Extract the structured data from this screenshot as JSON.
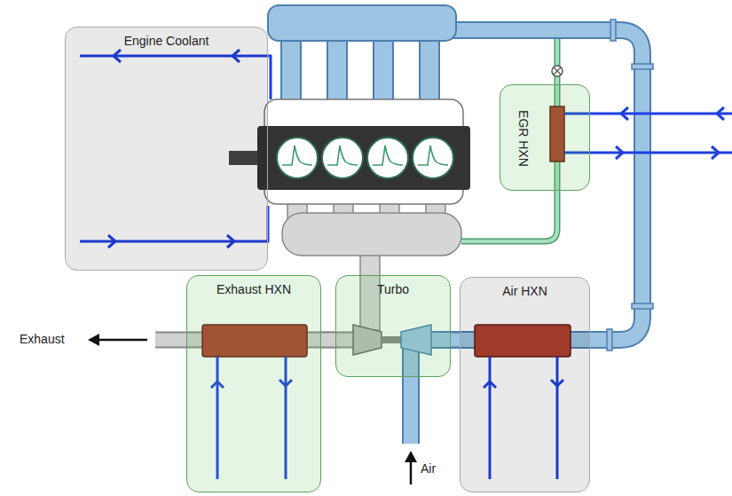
{
  "diagram": {
    "nodes": [
      {
        "text": [
          "Engine Coolant"
        ]
      },
      {
        "text": [
          "EGR HXN"
        ]
      },
      {
        "text": [
          "Exhaust HXN"
        ]
      },
      {
        "text": [
          "Turbo"
        ]
      },
      {
        "text": [
          "Air HXN"
        ]
      }
    ],
    "edges": [
      {
        "from": 3,
        "to": 2,
        "arrow": "none"
      },
      {
        "from": 3,
        "to": 4,
        "arrow": "none"
      }
    ],
    "labels": [
      "Exhaust",
      "Air"
    ]
  }
}
